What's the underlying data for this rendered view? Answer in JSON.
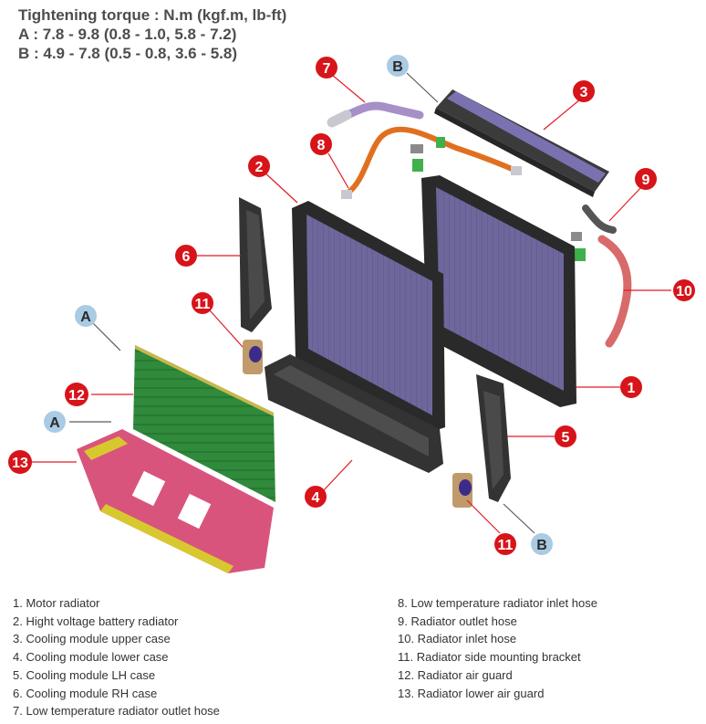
{
  "torque": {
    "title": "Tightening torque : N.m (kgf.m, lb-ft)",
    "line_a": "A : 7.8 - 9.8 (0.8 - 1.0, 5.8 - 7.2)",
    "line_b": "B : 4.9 - 7.8 (0.5 - 0.8, 3.6 - 5.8)"
  },
  "callouts": [
    {
      "id": "c7",
      "text": "7"
    },
    {
      "id": "cB1",
      "text": "B"
    },
    {
      "id": "c3",
      "text": "3"
    },
    {
      "id": "c8",
      "text": "8"
    },
    {
      "id": "c2",
      "text": "2"
    },
    {
      "id": "c9",
      "text": "9"
    },
    {
      "id": "c6",
      "text": "6"
    },
    {
      "id": "c10",
      "text": "10"
    },
    {
      "id": "c11a",
      "text": "11"
    },
    {
      "id": "cA1",
      "text": "A"
    },
    {
      "id": "c1",
      "text": "1"
    },
    {
      "id": "c12",
      "text": "12"
    },
    {
      "id": "cA2",
      "text": "A"
    },
    {
      "id": "c5",
      "text": "5"
    },
    {
      "id": "c13",
      "text": "13"
    },
    {
      "id": "c4",
      "text": "4"
    },
    {
      "id": "c11b",
      "text": "11"
    },
    {
      "id": "cB2",
      "text": "B"
    }
  ],
  "legend_left": [
    "1. Motor radiator",
    "2. Hight voltage battery radiator",
    "3. Cooling module upper case",
    "4. Cooling module lower case",
    "5. Cooling module LH case",
    "6. Cooling module RH case",
    "7. Low temperature radiator outlet hose"
  ],
  "legend_right": [
    "8. Low temperature radiator inlet hose",
    "9. Radiator outlet hose",
    "10. Radiator inlet hose",
    "11. Radiator side mounting bracket",
    "12. Radiator air guard",
    "13. Radiator lower air guard"
  ],
  "colors": {
    "callout_number": "#d7141a",
    "callout_letter": "#a9cbe4",
    "radiator": "#6d679c",
    "case": "#3a3a3a",
    "air_guard": "#2f8a3b",
    "lower_guard": "#d9547c",
    "hose_orange": "#e0701f",
    "hose_purple": "#a78fc8",
    "hose_pink": "#d86a6a"
  }
}
